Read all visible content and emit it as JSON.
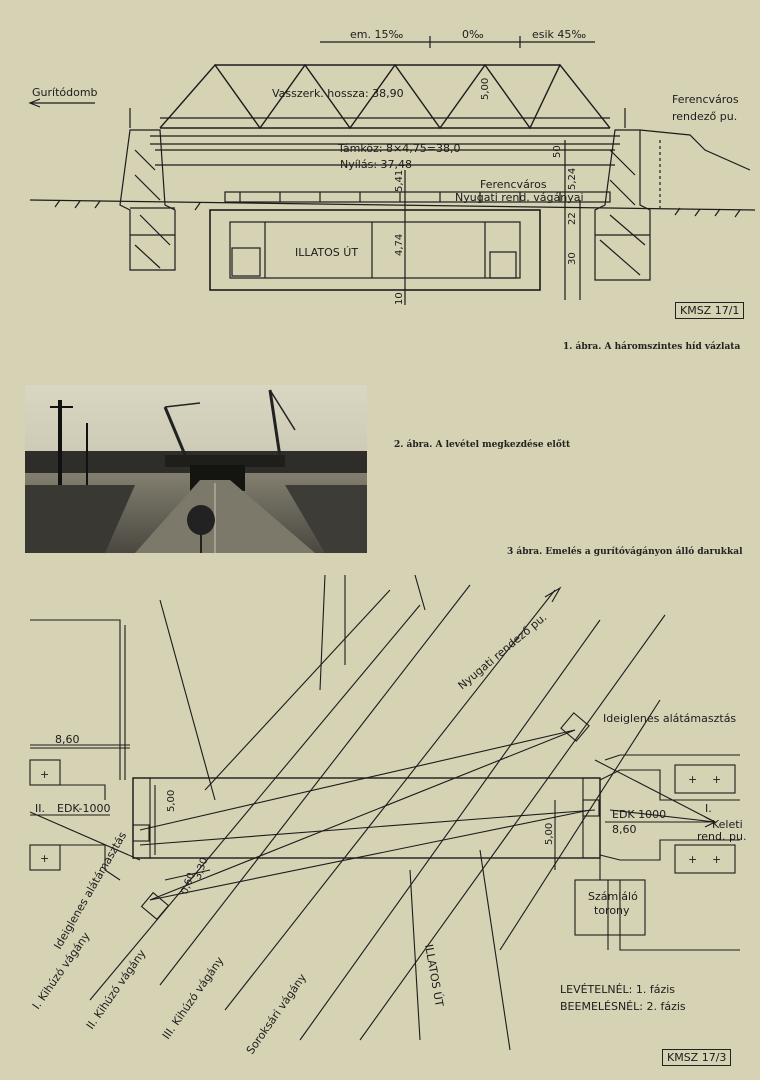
{
  "fig1": {
    "slope_left": "em. 15‰",
    "slope_mid": "0‰",
    "slope_right": "esik 45‰",
    "left_label": "Gurítódomb",
    "truss_length": "Vasszerk. hossza: 38,90",
    "height_500": "5,00",
    "right_label_1": "Ferencváros",
    "right_label_2": "rendező pu.",
    "span_spacing": "Támköz: 8×4,75=38,0",
    "opening": "Nyílás: 37,48",
    "dim_50": "50",
    "dim_541": "5,41",
    "dim_524": "5,24",
    "lower_label_1": "Ferencváros",
    "lower_label_2": "Nyugati rend. vágányai",
    "road_name": "ILLATOS ÚT",
    "dim_474": "4,74",
    "dim_22": "22",
    "dim_30": "30",
    "dim_10": "10",
    "code": "KMSZ 17/1"
  },
  "captions": {
    "c1": "1. ábra. A háromszintes híd vázlata",
    "c2": "2. ábra. A levétel megkezdése előtt",
    "c3": "3 ábra. Emelés a gurítóvágányon álló darukkal"
  },
  "fig3": {
    "dim_860_left": "8,60",
    "edk_left_roman": "II.",
    "edk_left": "EDK-1000",
    "dim_500_a": "5,00",
    "dim_330": "3,30",
    "dim_060": "0,60",
    "temp_support_left": "Ideiglenes alátámasztás",
    "track_1": "I. Kihúzó vágány",
    "track_2": "II. Kihúzó vágány",
    "track_3": "III. Kihúzó vágány",
    "track_4": "Soroksári vágány",
    "road_name": "ILLATOS ÚT",
    "nyugati": "Nyugati rendező pu.",
    "temp_support_right": "Ideiglenes alátámasztás",
    "edk_right": "EDK 1000",
    "edk_right_roman": "I.",
    "dim_860_right": "8,60",
    "dim_500_b": "5,00",
    "keleti_1": "Keleti",
    "keleti_2": "rend. pu.",
    "tower_1": "Számláló",
    "tower_2": "torony",
    "phase_1": "LEVÉTELNÉL: 1. fázis",
    "phase_2": "BEEMELÉSNÉL: 2. fázis",
    "code": "KMSZ 17/3"
  },
  "colors": {
    "paper": "#d6d2b4",
    "ink": "#1c1c1c"
  }
}
